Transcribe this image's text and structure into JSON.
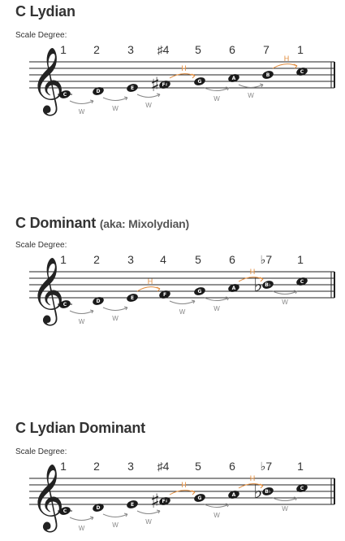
{
  "scale_degree_label": "Scale Degree:",
  "sections": [
    {
      "title": "C Lydian",
      "subtitle": "",
      "degrees": [
        "1",
        "2",
        "3",
        "♯4",
        "5",
        "6",
        "7",
        "1"
      ],
      "notes": [
        "C",
        "D",
        "E",
        "F♯",
        "G",
        "A",
        "B",
        "C"
      ],
      "accidentals": [
        "",
        "",
        "",
        "♯",
        "",
        "",
        "",
        ""
      ],
      "steps": [
        "W",
        "W",
        "W",
        "H",
        "W",
        "W",
        "H"
      ]
    },
    {
      "title": "C Dominant",
      "subtitle": "(aka: Mixolydian)",
      "degrees": [
        "1",
        "2",
        "3",
        "4",
        "5",
        "6",
        "♭7",
        "1"
      ],
      "notes": [
        "C",
        "D",
        "E",
        "F",
        "G",
        "A",
        "B♭",
        "C"
      ],
      "accidentals": [
        "",
        "",
        "",
        "",
        "",
        "",
        "♭",
        ""
      ],
      "steps": [
        "W",
        "W",
        "H",
        "W",
        "W",
        "H",
        "W"
      ]
    },
    {
      "title": "C Lydian Dominant",
      "subtitle": "",
      "degrees": [
        "1",
        "2",
        "3",
        "♯4",
        "5",
        "6",
        "♭7",
        "1"
      ],
      "notes": [
        "C",
        "D",
        "E",
        "F♯",
        "G",
        "A",
        "B♭",
        "C"
      ],
      "accidentals": [
        "",
        "",
        "",
        "♯",
        "",
        "",
        "♭",
        ""
      ],
      "steps": [
        "W",
        "W",
        "W",
        "H",
        "W",
        "H",
        "W"
      ]
    }
  ],
  "colors": {
    "half_step": "#e08a3a",
    "whole_step": "#888888",
    "note_fill": "#1a1a1a",
    "staff": "#222222"
  },
  "icons": {
    "clef": "treble-clef-icon"
  }
}
